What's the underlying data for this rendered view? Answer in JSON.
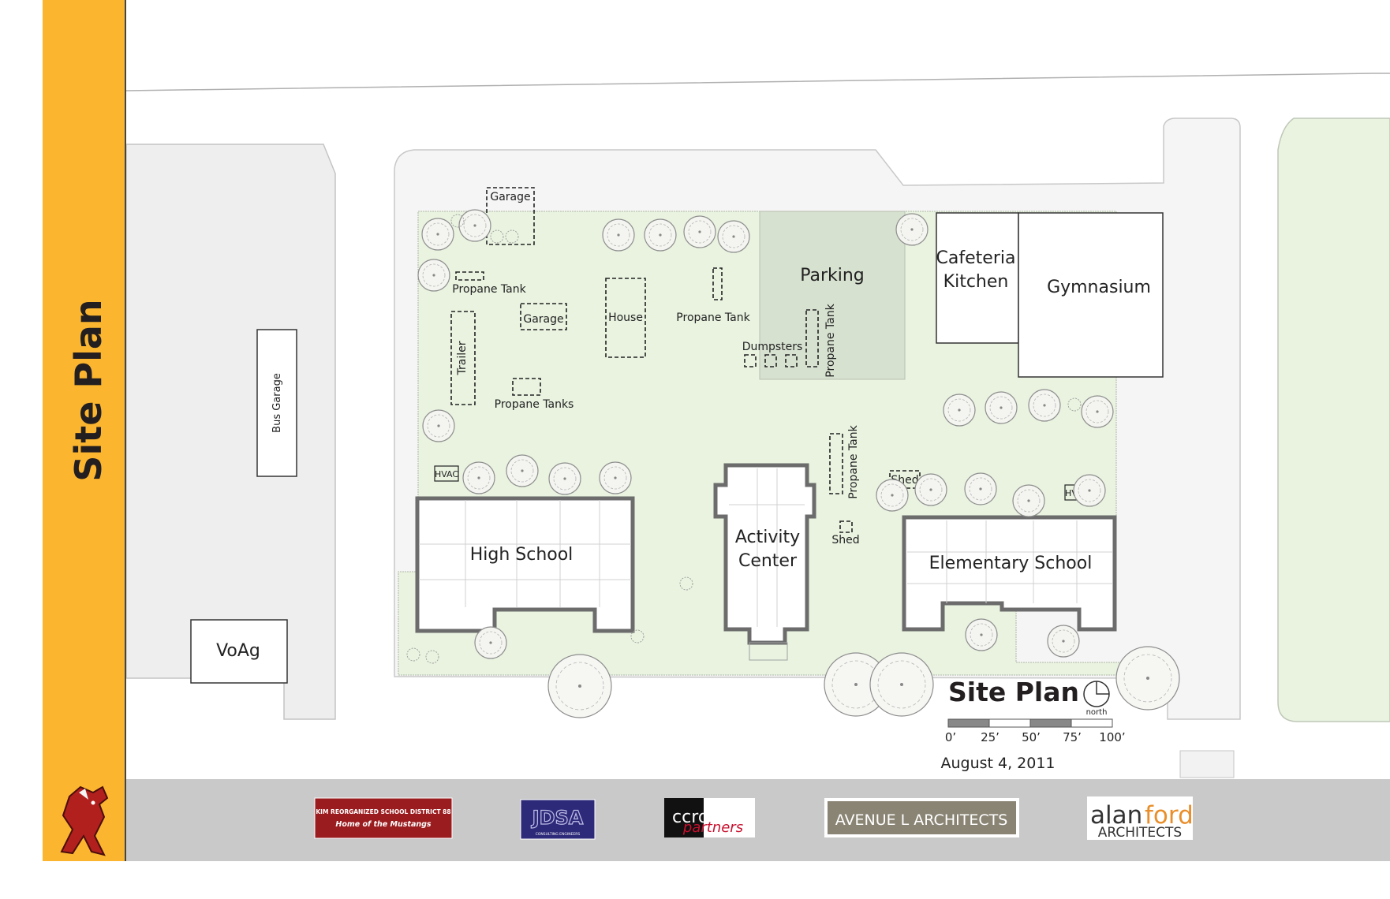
{
  "sidebar": {
    "title": "Site Plan",
    "accent_color": "#FBB52F"
  },
  "map": {
    "colors": {
      "grass": "#E9F3E0",
      "parking": "#D7E1D0",
      "road": "#F3F3F3",
      "lot": "#EEEEEE",
      "building_outline": "#6C6C6C",
      "footer_band": "#C9C9C9"
    },
    "buildings": {
      "high_school": "High School",
      "activity_center": [
        "Activity",
        "Center"
      ],
      "elementary_school": "Elementary School",
      "cafeteria_kitchen": [
        "Cafeteria",
        "Kitchen"
      ],
      "gymnasium": "Gymnasium",
      "voag": "VoAg",
      "bus_garage": "Bus Garage",
      "parking": "Parking"
    },
    "small_labels": {
      "garage_top": "Garage",
      "propane_tank_left": "Propane Tank",
      "garage_mid": "Garage",
      "house": "House",
      "propane_tank_mid": "Propane Tank",
      "dumpsters": "Dumpsters",
      "propane_tank_vertical": "Propane Tank",
      "trailer": "Trailer",
      "propane_tanks": "Propane Tanks",
      "propane_tank_vertical_2": "Propane Tank",
      "shed_1": "Shed",
      "shed_2": "Shed",
      "hvac_left": "HVAC",
      "hvac_right": "HVAC"
    }
  },
  "legend": {
    "title": "Site Plan",
    "north": "north",
    "scale_labels": [
      "0’",
      "25’",
      "50’",
      "75’",
      "100’"
    ],
    "date": "August 4, 2011"
  },
  "footer": {
    "mascot_icon": "mustang-mascot-icon",
    "logos": {
      "district": {
        "line1": "KIM REORGANIZED SCHOOL DISTRICT 88",
        "line2": "Home of the Mustangs",
        "color": "#9B1C1F"
      },
      "jdsa": {
        "mark": "JDSA",
        "sub": "CONSULTING ENGINEERS",
        "color": "#2E2A7A"
      },
      "ccrd": {
        "main": "ccrd",
        "script": "partners"
      },
      "avenue_l": {
        "text": "AVENUE L ARCHITECTS",
        "color": "#8A8474"
      },
      "alan_ford": {
        "alan": "alan",
        "ford": "ford",
        "sub": "ARCHITECTS",
        "accent": "#E98E2A"
      }
    }
  }
}
